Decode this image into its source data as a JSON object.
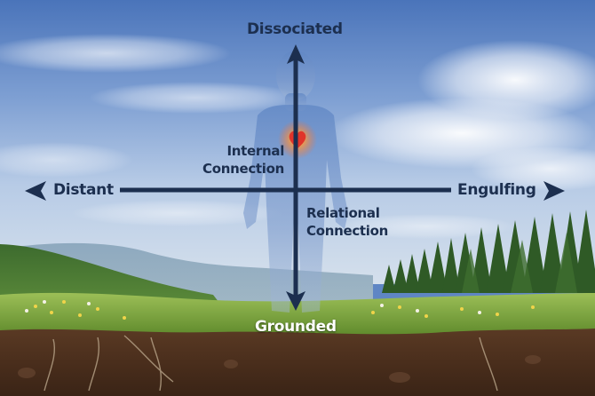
{
  "diagram": {
    "axes": {
      "top": "Dissociated",
      "bottom": "Grounded",
      "left": "Distant",
      "right": "Engulfing"
    },
    "quadrant_labels": {
      "upper_left": [
        "Internal",
        "Connection"
      ],
      "lower_right": [
        "Relational",
        "Connection"
      ]
    },
    "icons": {
      "center_figure": "human-silhouette",
      "heart": "glowing-heart-icon",
      "arrows": [
        "arrow-up-icon",
        "arrow-down-icon",
        "arrow-left-icon",
        "arrow-right-icon"
      ]
    },
    "background": {
      "sky": "blue sky with white clouds",
      "landscape": "green hills, pine forest, wildflower meadow",
      "ground": "soil cross-section with roots"
    },
    "colors": {
      "axis_color": "#1c2f4f",
      "label_color": "#1c2f4f",
      "ground_label_color": "#ffffff",
      "heart_color": "#e0342a",
      "sky_top": "#4f79bd",
      "sky_bottom": "#c9d9ea",
      "soil": "#4a2f1f",
      "grass": "#7da53c"
    }
  }
}
